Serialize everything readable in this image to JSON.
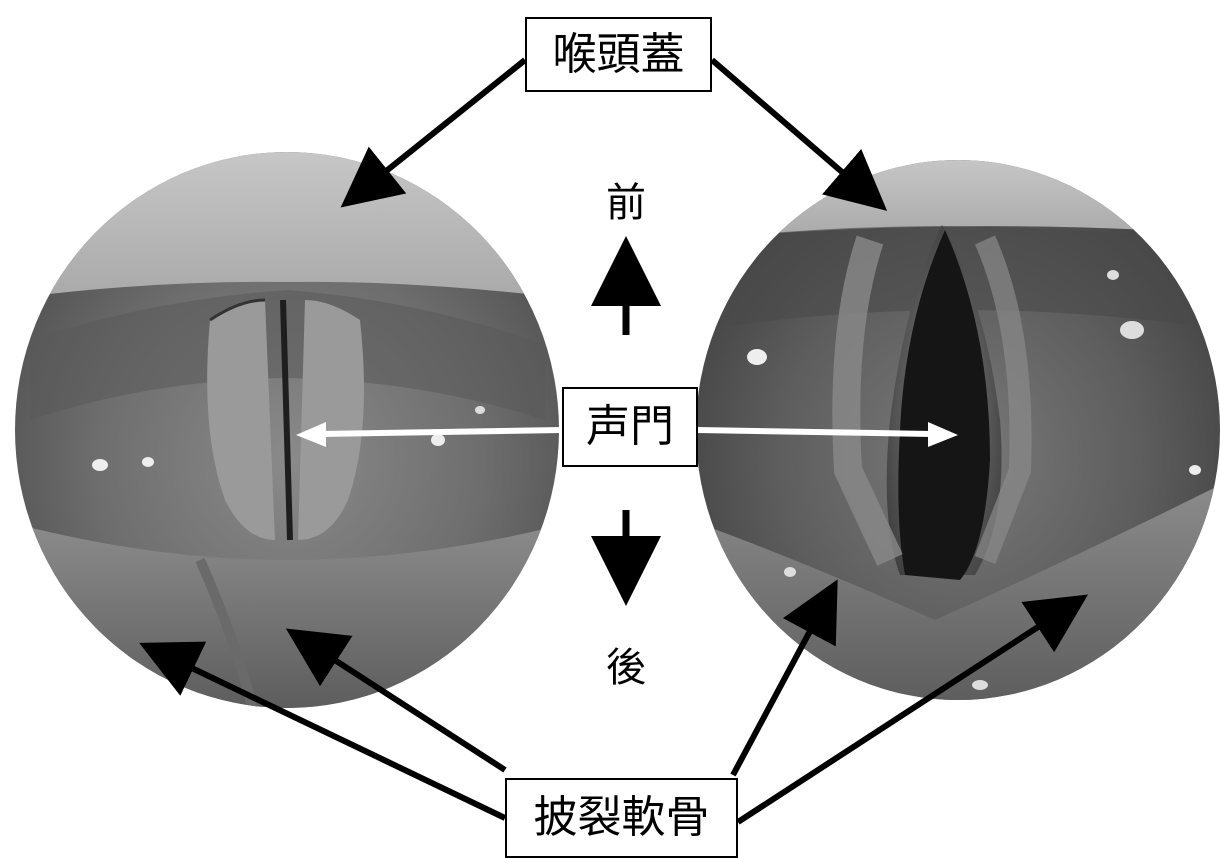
{
  "labels": {
    "epiglottis": "喉頭蓋",
    "glottis": "声門",
    "arytenoid": "披裂軟骨",
    "anterior": "前",
    "posterior": "後"
  },
  "images": [
    {
      "name": "larynx-closed-glottis",
      "state": "closed"
    },
    {
      "name": "larynx-open-glottis",
      "state": "open"
    }
  ],
  "colors": {
    "background": "#ffffff",
    "arrow_black": "#000000",
    "arrow_white": "#ffffff",
    "tissue_light": "#b8b8b8",
    "tissue_dark": "#3c3c3c",
    "glottis_dark": "#151515"
  }
}
